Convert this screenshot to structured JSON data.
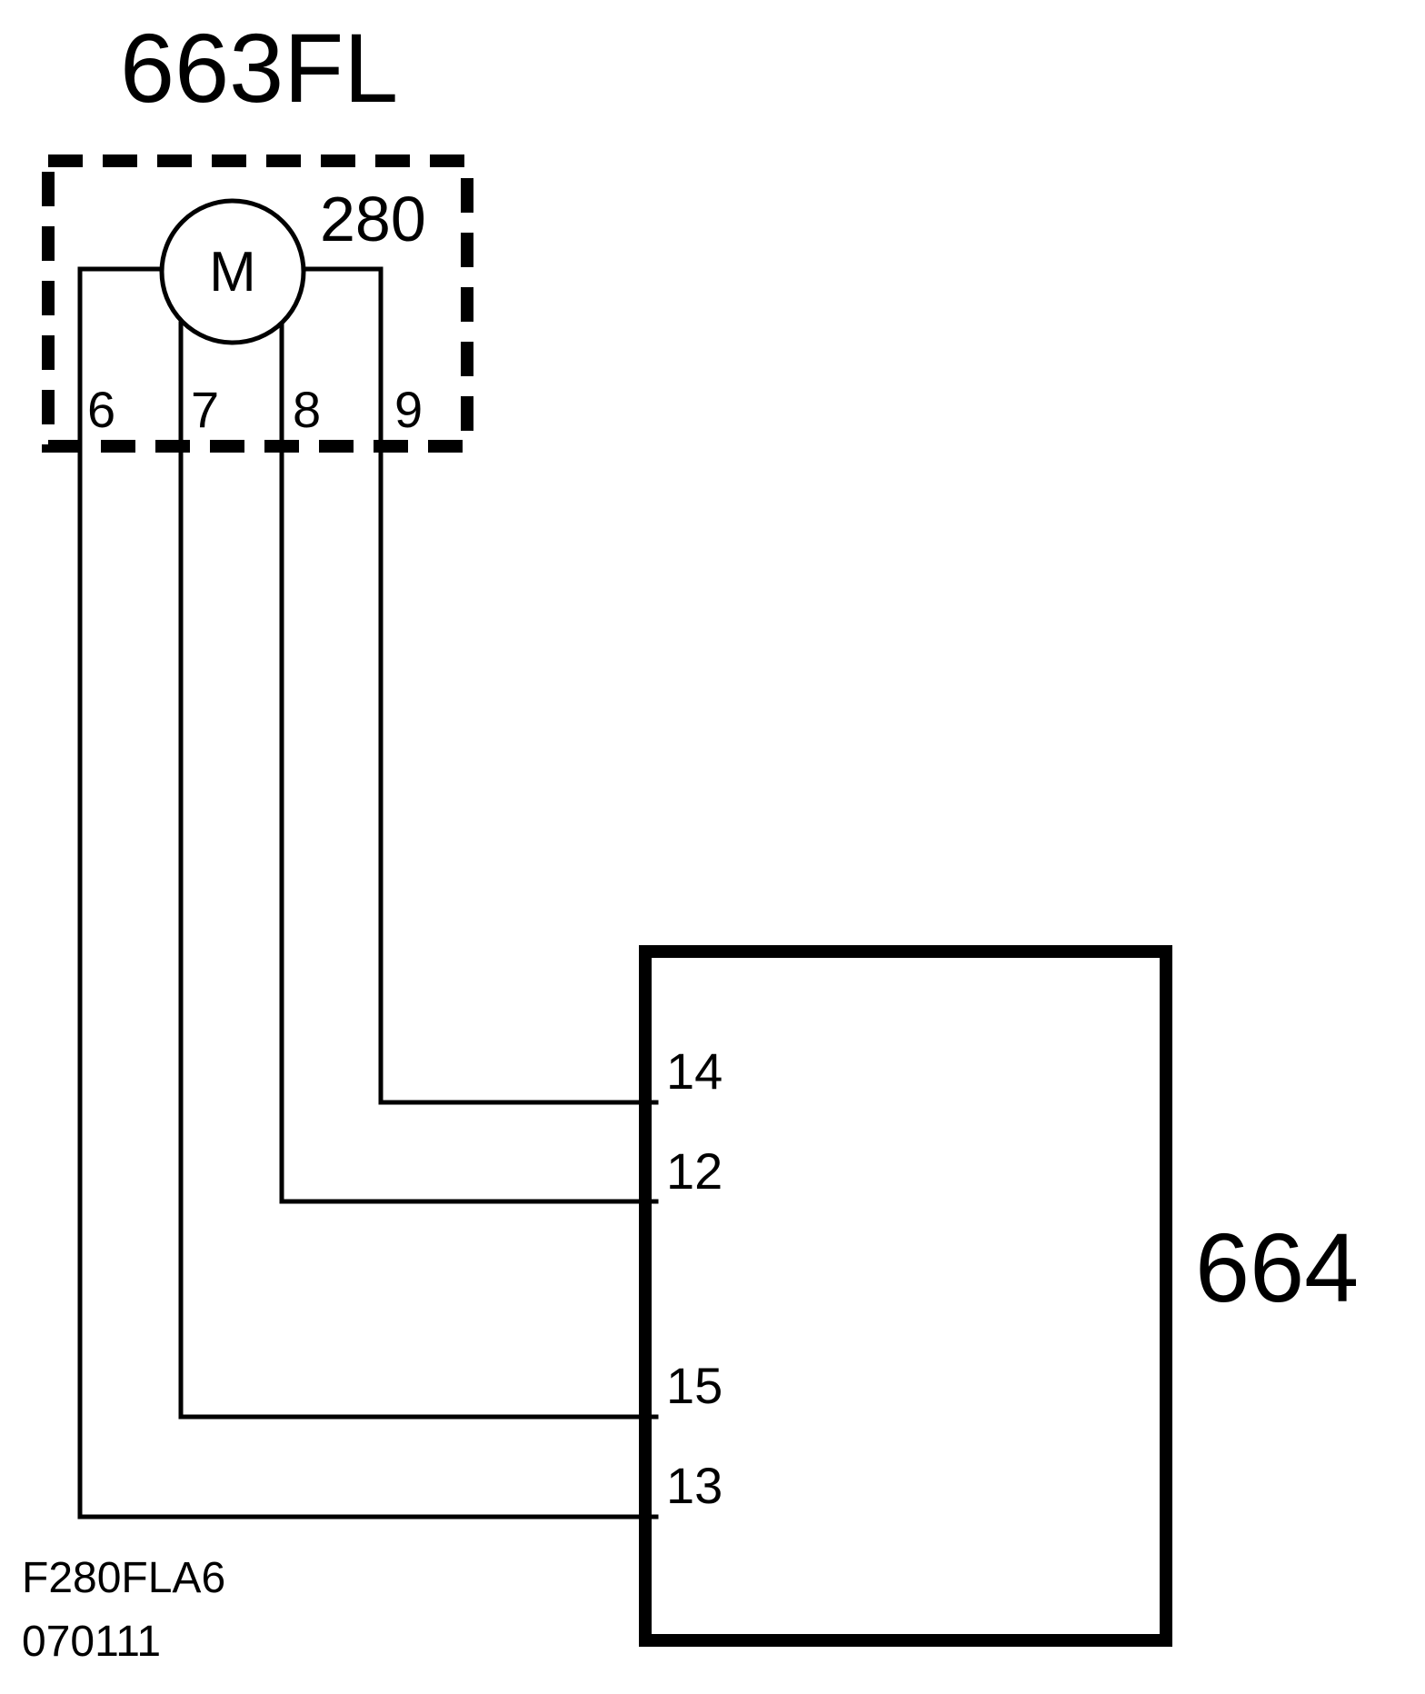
{
  "component_663": {
    "label": "663FL",
    "circuit_number": "280",
    "motor_symbol": "M",
    "pins": [
      "6",
      "7",
      "8",
      "9"
    ]
  },
  "component_664": {
    "label": "664",
    "pins": [
      "14",
      "12",
      "15",
      "13"
    ]
  },
  "footer": {
    "code": "F280FLA6",
    "date": "070111"
  }
}
